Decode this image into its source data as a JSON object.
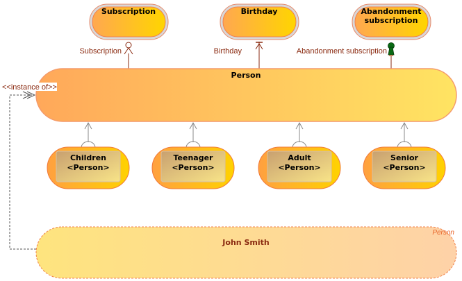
{
  "diagram": {
    "events": [
      {
        "id": "subscription",
        "label": "Subscription",
        "relation_label": "Subscription",
        "connector": "circle"
      },
      {
        "id": "birthday",
        "label": "Birthday",
        "relation_label": "Birthday",
        "connector": "bar"
      },
      {
        "id": "abandonment",
        "label_line1": "Abandonment",
        "label_line2": "subscription",
        "relation_label": "Abandonment subscription",
        "connector": "keyhole"
      }
    ],
    "main_entity": {
      "label": "Person"
    },
    "states": [
      {
        "line1": "Children",
        "line2": "<Person>"
      },
      {
        "line1": "Teenager",
        "line2": "<Person>"
      },
      {
        "line1": "Adult",
        "line2": "<Person>"
      },
      {
        "line1": "Senior",
        "line2": "<Person>"
      }
    ],
    "instance": {
      "label": "John Smith",
      "type_label": "Person"
    },
    "instance_relation": {
      "label": "<<instance of>>"
    }
  }
}
